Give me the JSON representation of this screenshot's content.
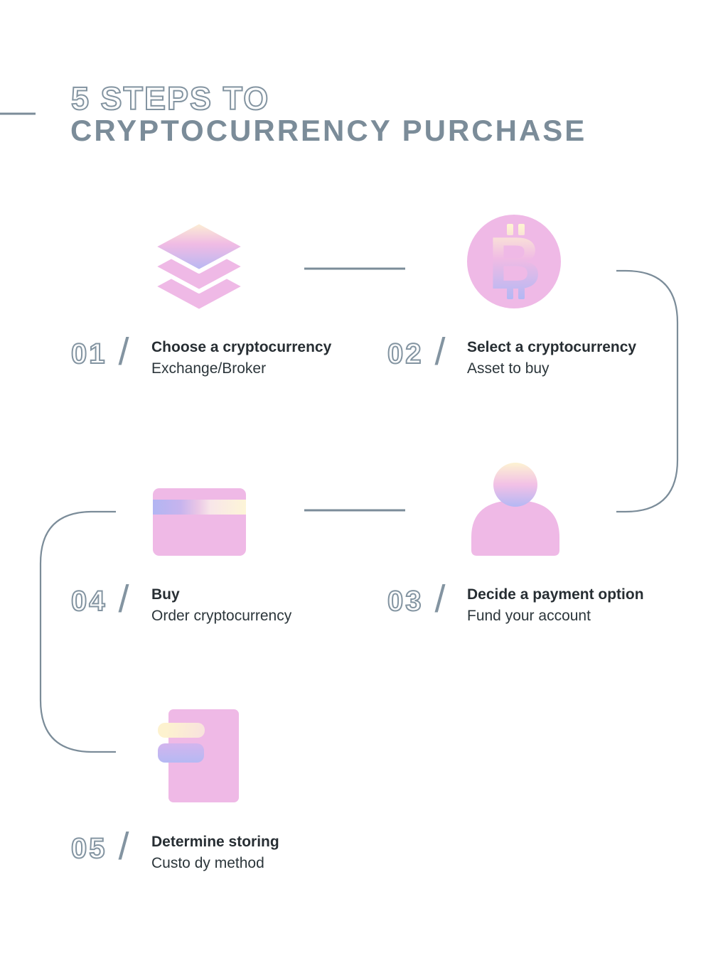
{
  "title": {
    "line1": "5 STEPS TO",
    "line2": "CRYPTOCURRENCY PURCHASE"
  },
  "colors": {
    "accent_gray": "#7b8c99",
    "outline_gray": "#8394a1",
    "pink": "#efb9e6",
    "cream": "#fdf3d2",
    "periwinkle": "#b4b8f4",
    "text_dark": "#272e33"
  },
  "icons": {
    "bitcoin_symbol": "B",
    "names": [
      "layers-icon",
      "bitcoin-icon",
      "person-icon",
      "credit-card-icon",
      "wallet-icon"
    ]
  },
  "steps": [
    {
      "number": "01",
      "slash": "/",
      "heading": "Choose a cryptocurrency",
      "sub": "Exchange/Broker",
      "icon": "layers-icon"
    },
    {
      "number": "02",
      "slash": "/",
      "heading": "Select a cryptocurrency",
      "sub": "Asset to buy",
      "icon": "bitcoin-icon"
    },
    {
      "number": "03",
      "slash": "/",
      "heading": "Decide a payment option",
      "sub": "Fund your account",
      "icon": "person-icon"
    },
    {
      "number": "04",
      "slash": "/",
      "heading": "Buy",
      "sub": "Order cryptocurrency",
      "icon": "credit-card-icon"
    },
    {
      "number": "05",
      "slash": "/",
      "heading": "Determine storing",
      "sub": "Custo dy method",
      "icon": "wallet-icon"
    }
  ]
}
